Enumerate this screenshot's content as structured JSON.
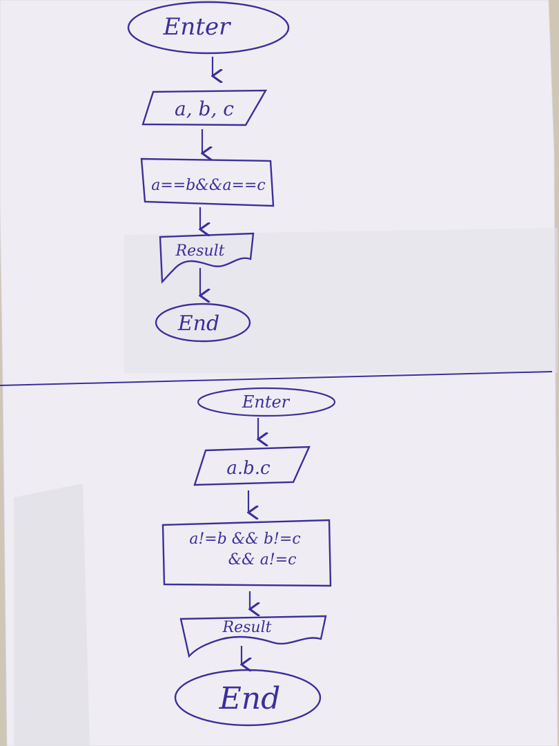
{
  "colors": {
    "ink": "#3b2f9a",
    "paper": "#efedf3",
    "counter": "#cfc6b6"
  },
  "flowchart_top": {
    "start": "Enter",
    "input": "a, b, c",
    "process": "a==b&&a==c",
    "output": "Result",
    "end": "End"
  },
  "flowchart_bottom": {
    "start": "Enter",
    "input": "a.b.c",
    "process_line1": "a!=b && b!=c",
    "process_line2": "&& a!=c",
    "output": "Result",
    "end": "End"
  }
}
